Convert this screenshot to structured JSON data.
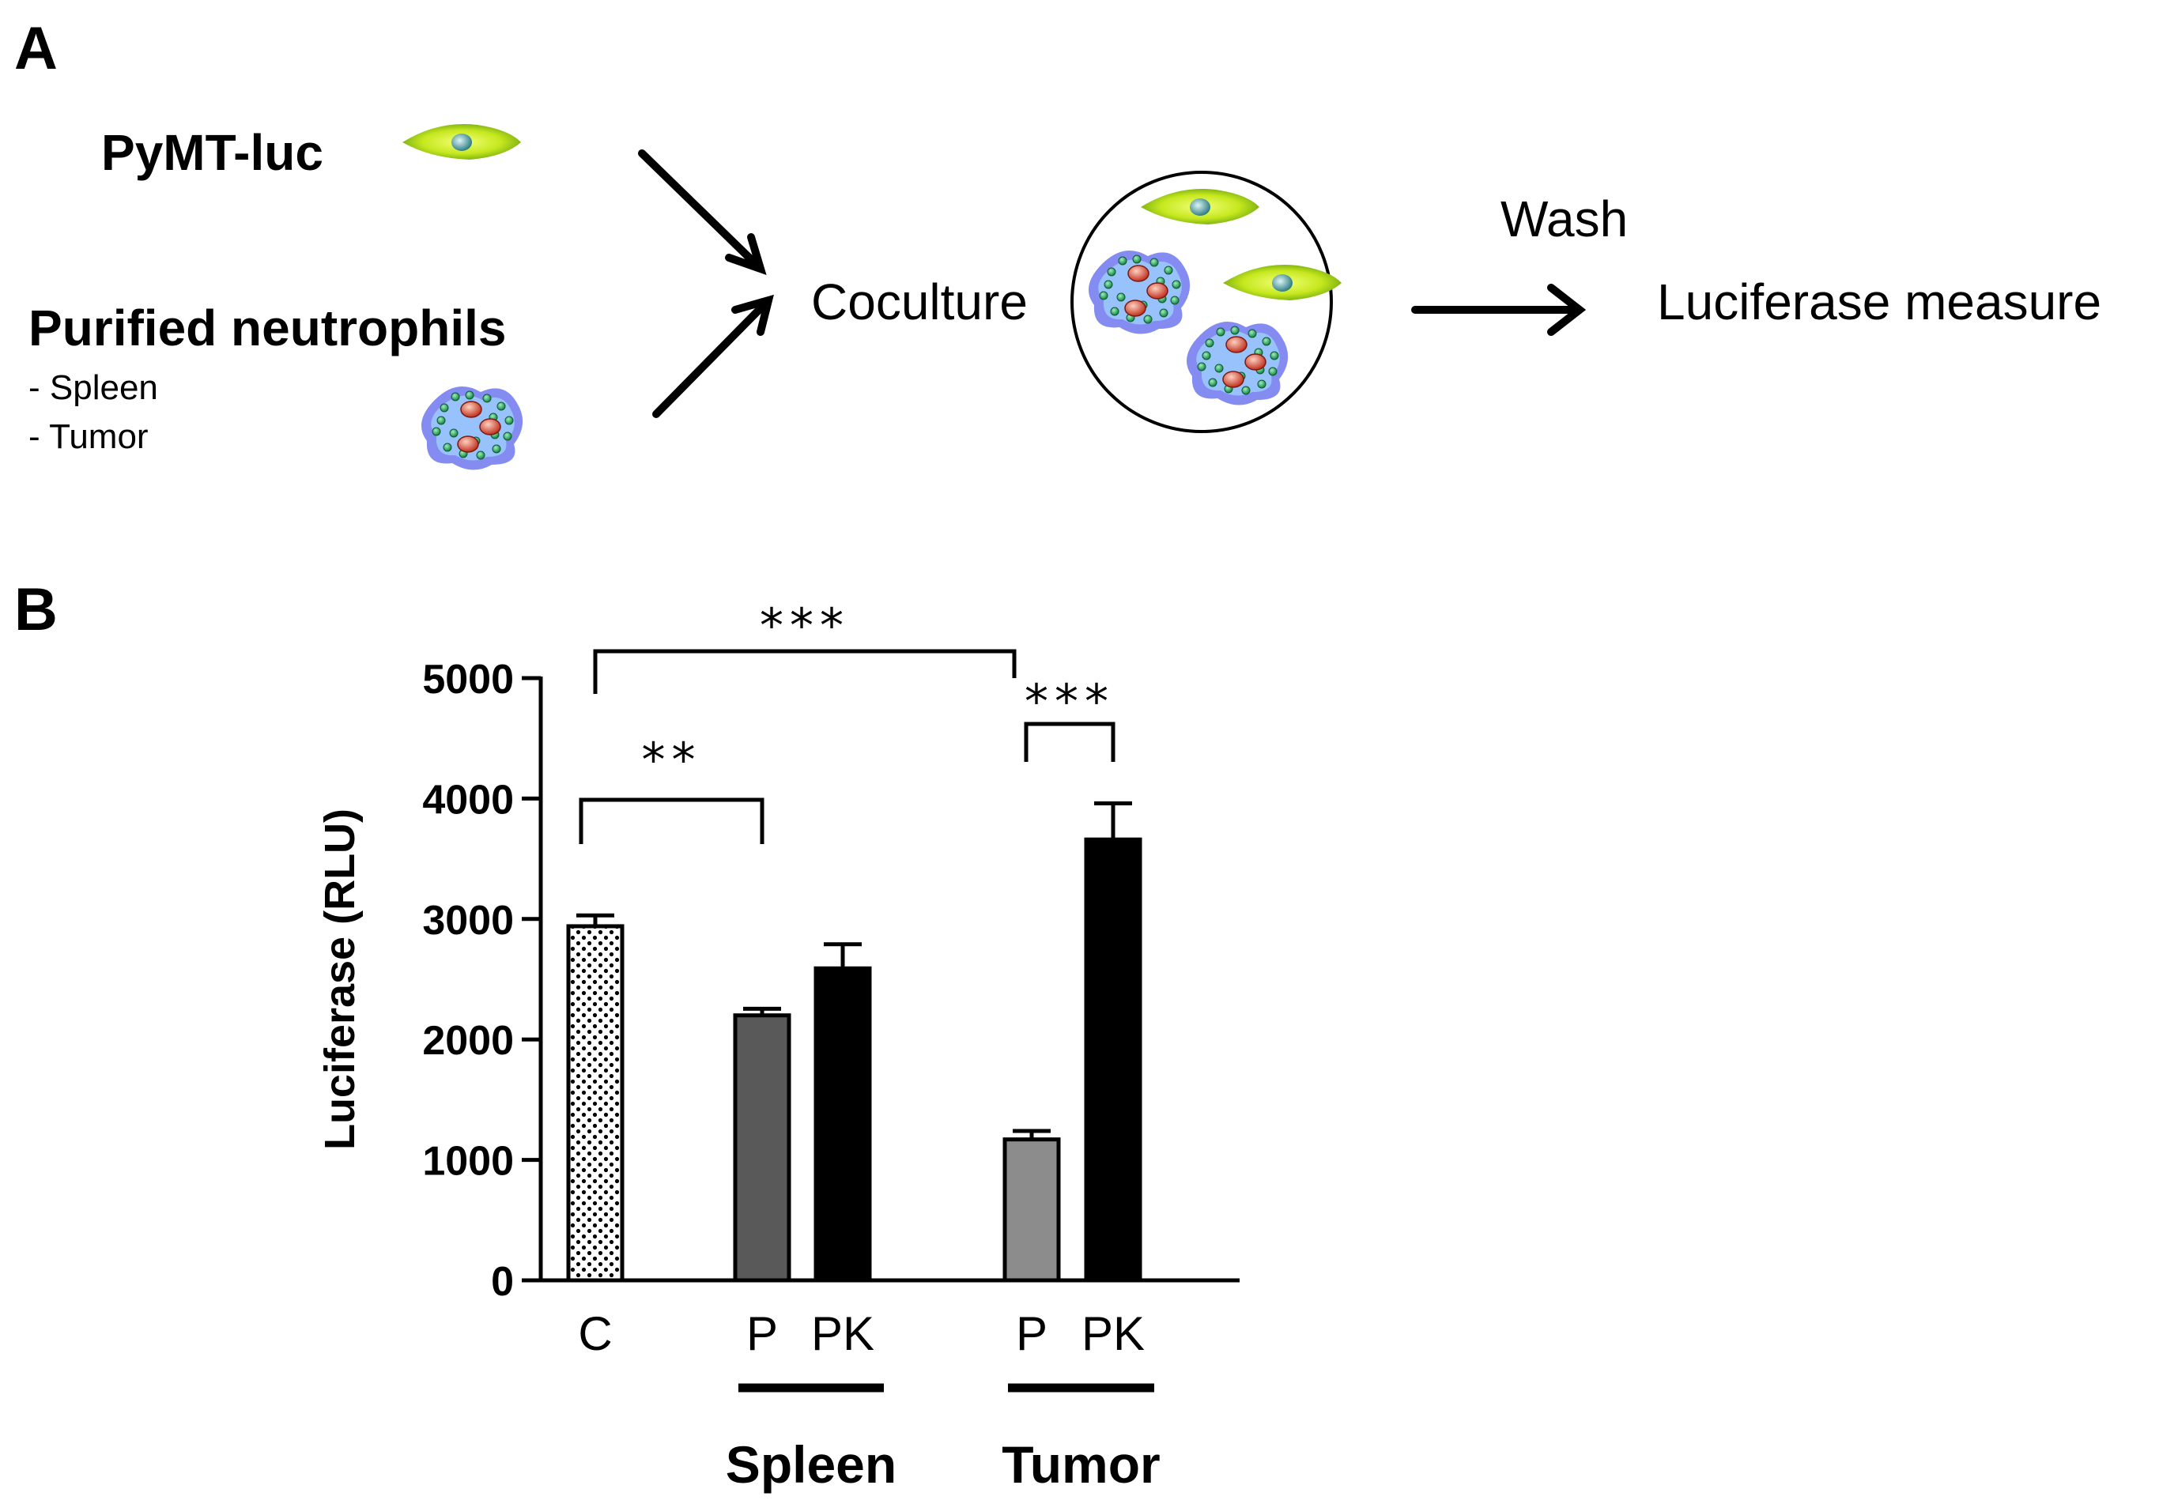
{
  "panel_a": {
    "letter": "A",
    "pymt_label": "PyMT-luc",
    "neutrophils_label": "Purified neutrophils",
    "sources": [
      "- Spleen",
      "- Tumor"
    ],
    "coculture_label": "Coculture",
    "wash_label": "Wash",
    "measure_label": "Luciferase measure",
    "colors": {
      "tumor_cell": "#c6e81e",
      "neutrophil": "#6e78f0",
      "granule": "#1a9a4a",
      "nucleus": "#c83a2a"
    }
  },
  "panel_b": {
    "letter": "B"
  },
  "chart_data": {
    "type": "bar",
    "ylabel": "Luciferase (RLU)",
    "ylim": [
      0,
      5000
    ],
    "yticks": [
      0,
      1000,
      2000,
      3000,
      4000,
      5000
    ],
    "categories": [
      "C",
      "P",
      "PK",
      "P",
      "PK"
    ],
    "groups": [
      {
        "label": "Spleen",
        "members": [
          1,
          2
        ]
      },
      {
        "label": "Tumor",
        "members": [
          3,
          4
        ]
      }
    ],
    "values": [
      2940,
      2200,
      2590,
      1170,
      3660
    ],
    "errors": [
      90,
      55,
      200,
      70,
      300
    ],
    "fills": [
      "dots",
      "#595959",
      "#000000",
      "#8c8c8c",
      "#000000"
    ],
    "significance": [
      {
        "from": 0,
        "to": 3,
        "label": "***"
      },
      {
        "from": 0,
        "to": 1,
        "label": "**"
      },
      {
        "from": 3,
        "to": 4,
        "label": "***"
      }
    ]
  }
}
